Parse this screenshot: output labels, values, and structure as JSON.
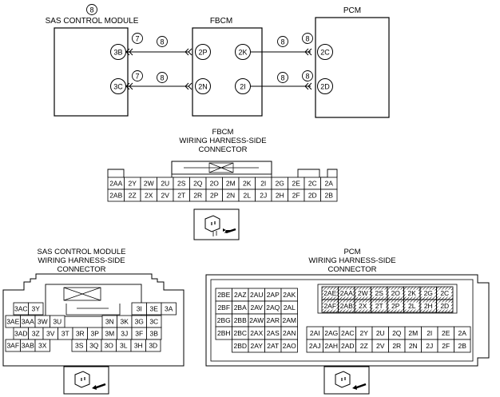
{
  "diagram": {
    "modules": {
      "sas": {
        "title": "SAS CONTROL MODULE",
        "title_mark": "8",
        "pins": [
          "3B",
          "3C"
        ]
      },
      "fbcm": {
        "title": "FBCM",
        "pins_left": [
          "2P",
          "2N"
        ],
        "pins_right": [
          "2K",
          "2I"
        ]
      },
      "pcm": {
        "title": "PCM",
        "pins": [
          "2C",
          "2D"
        ]
      }
    },
    "wire_marks": {
      "sas_out": [
        "7",
        "7"
      ],
      "sas_fbcm": [
        "8",
        "8"
      ],
      "fbcm_pcm": [
        "8",
        "8"
      ],
      "pcm_in": [
        "8",
        "8"
      ]
    },
    "connectors": {
      "fbcm": {
        "title": [
          "FBCM",
          "WIRING HARNESS-SIDE",
          "CONNECTOR"
        ],
        "row1": [
          "2AA",
          "2Y",
          "2W",
          "2U",
          "2S",
          "2Q",
          "2O",
          "2M",
          "2K",
          "2I",
          "2G",
          "2E",
          "2C",
          "2A"
        ],
        "row2": [
          "2AB",
          "2Z",
          "2X",
          "2V",
          "2T",
          "2R",
          "2P",
          "2N",
          "2L",
          "2J",
          "2H",
          "2F",
          "2D",
          "2B"
        ]
      },
      "sas": {
        "title": [
          "SAS CONTROL MODULE",
          "WIRING HARNESS-SIDE",
          "CONNECTOR"
        ],
        "row1_left": [
          "3AC",
          "3Y"
        ],
        "row1_right": [
          "3I",
          "3E",
          "3A"
        ],
        "row2_left": [
          "3AE",
          "3AA",
          "3W",
          "3U"
        ],
        "row2_right": [
          "3N",
          "3K",
          "3G",
          "3C"
        ],
        "row3": [
          "3AD",
          "3Z",
          "3V",
          "3T",
          "3R",
          "3P",
          "3M",
          "3J",
          "3F",
          "3B"
        ],
        "row4_left": [
          "3AF",
          "3AB",
          "3X"
        ],
        "row4_right": [
          "3S",
          "3Q",
          "3O",
          "3L",
          "3H",
          "3D"
        ]
      },
      "pcm": {
        "title": [
          "PCM",
          "WIRING HARNESS-SIDE",
          "CONNECTOR"
        ],
        "left_rows": [
          [
            "2BE",
            "2AZ",
            "2AU",
            "2AP",
            "2AK"
          ],
          [
            "2BF",
            "2BA",
            "2AV",
            "2AQ",
            "2AL"
          ],
          [
            "2BG",
            "2BB",
            "2AW",
            "2AR",
            "2AM"
          ],
          [
            "2BH",
            "2BC",
            "2AX",
            "2AS",
            "2AN"
          ],
          [
            "",
            "2BD",
            "2AY",
            "2AT",
            "2AO"
          ]
        ],
        "hatched_rows": [
          [
            "2AE",
            "2AA",
            "2W",
            "2S",
            "2O",
            "2K",
            "2G",
            "2C"
          ],
          [
            "2AF",
            "2AB",
            "2X",
            "2T",
            "2P",
            "2L",
            "2H",
            "2D"
          ]
        ],
        "bottom_rows": [
          [
            "2AI",
            "2AG",
            "2AC",
            "2Y",
            "2U",
            "2Q",
            "2M",
            "2I",
            "2E",
            "2A"
          ],
          [
            "2AJ",
            "2AH",
            "2AD",
            "2Z",
            "2V",
            "2R",
            "2N",
            "2J",
            "2F",
            "2B"
          ]
        ]
      }
    }
  }
}
